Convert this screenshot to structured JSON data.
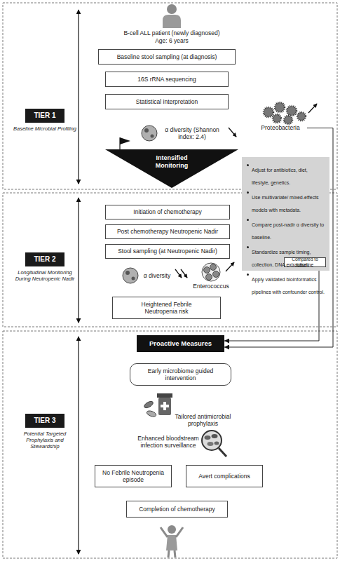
{
  "diagram": {
    "nodes": [
      {
        "text": [
          "Baseline stool sampling (at diagnosis)"
        ]
      },
      {
        "text": [
          "16S rRNA sequencing"
        ]
      },
      {
        "text": [
          "Statistical interpretation"
        ]
      },
      {
        "text": [
          "TIER 1",
          "Baseline Microbial Profiling"
        ]
      },
      {
        "text": [
          "Proteobacteria"
        ]
      },
      {
        "text": [
          "Intensified Monitoring"
        ]
      },
      {
        "text": [
          "Adjust for antibiotics, diet, lifestyle, genetics.",
          "Use multivariate/ mixed-effects models with metadata.",
          "Compare post-nadir α diversity to baseline.",
          "Standardize sample timing, collection, DNA extraction.",
          "Apply validated bioinformatics pipelines with confounder control."
        ]
      },
      {
        "text": [
          "Compared to baseline"
        ],
        "in": 6
      },
      {
        "text": [
          "Initiation of chemotherapy"
        ]
      },
      {
        "text": [
          "Post chemotherapy Neutropenic Nadir"
        ]
      },
      {
        "text": [
          "Stool sampling (at Neutropenic Nadir)"
        ]
      },
      {
        "text": [
          "TIER 2",
          "Longitudinal Monitoring During Neutropenic Nadir"
        ]
      },
      {
        "text": [
          "Heightened Febrile Neutropenia risk"
        ]
      },
      {
        "text": [
          "Proactive Measures"
        ]
      },
      {
        "text": [
          "Early microbiome guided intervention"
        ]
      },
      {
        "text": [
          "TIER 3",
          "Potential Targeted Prophylaxis and Stewardship"
        ]
      },
      {
        "text": [
          "No Febrile Neutropenia episode"
        ]
      },
      {
        "text": [
          "Avert complications"
        ]
      },
      {
        "text": [
          "Completion of chemotherapy"
        ]
      }
    ],
    "edges": [
      {
        "from": 4,
        "to": 13,
        "arrow": "to"
      },
      {
        "from": 6,
        "to": 13,
        "arrow": "to"
      }
    ],
    "labels": [
      "B-cell ALL patient (newly diagnosed)",
      "Age: 6 years",
      "α diversity (Shannon index: 2.4)",
      "α diversity",
      "Enterococcus",
      "Tailored antimicrobial prophylaxis",
      "Enhanced bloodstream infection surveillance"
    ]
  }
}
